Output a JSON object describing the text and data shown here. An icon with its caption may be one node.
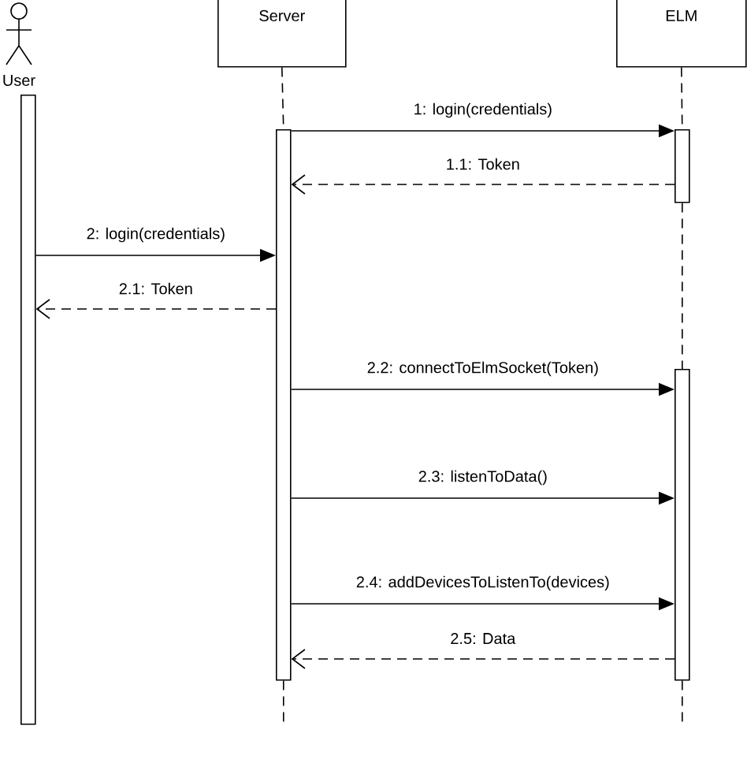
{
  "diagram": {
    "nodes": [
      {
        "text": [
          "User"
        ]
      },
      {
        "text": [
          "Server"
        ]
      },
      {
        "text": [
          "ELM"
        ]
      },
      {
        "text": [],
        "shape": "bar"
      },
      {
        "text": [],
        "shape": "bar"
      },
      {
        "text": [],
        "shape": "bar"
      },
      {
        "text": [],
        "shape": "bar"
      }
    ],
    "edges": [
      {
        "from": 4,
        "to": 5,
        "arrow": "to",
        "label": "1: login(credentials)"
      },
      {
        "from": 5,
        "to": 4,
        "arrow": "to",
        "label": "1.1: Token",
        "style": "dashed"
      },
      {
        "from": 3,
        "to": 4,
        "arrow": "to",
        "label": "2: login(credentials)"
      },
      {
        "from": 4,
        "to": 3,
        "arrow": "to",
        "label": "2.1: Token",
        "style": "dashed"
      },
      {
        "from": 4,
        "to": 6,
        "arrow": "to",
        "label": "2.2: connectToElmSocket(Token)"
      },
      {
        "from": 4,
        "to": 6,
        "arrow": "to",
        "label": "2.3: listenToData()"
      },
      {
        "from": 4,
        "to": 6,
        "arrow": "to",
        "label": "2.4: addDevicesToListenTo(devices)"
      },
      {
        "from": 6,
        "to": 4,
        "arrow": "to",
        "label": "2.5: Data",
        "style": "dashed"
      },
      {
        "from": 1,
        "to": 4,
        "arrow": "none",
        "style": "dashed"
      },
      {
        "from": 2,
        "to": 5,
        "arrow": "none",
        "style": "dashed"
      },
      {
        "from": 5,
        "to": 6,
        "arrow": "none",
        "style": "dashed"
      },
      {
        "from": 4,
        "to": null,
        "arrow": "none",
        "style": "dashed"
      },
      {
        "from": 6,
        "to": null,
        "arrow": "none",
        "style": "dashed"
      }
    ]
  }
}
